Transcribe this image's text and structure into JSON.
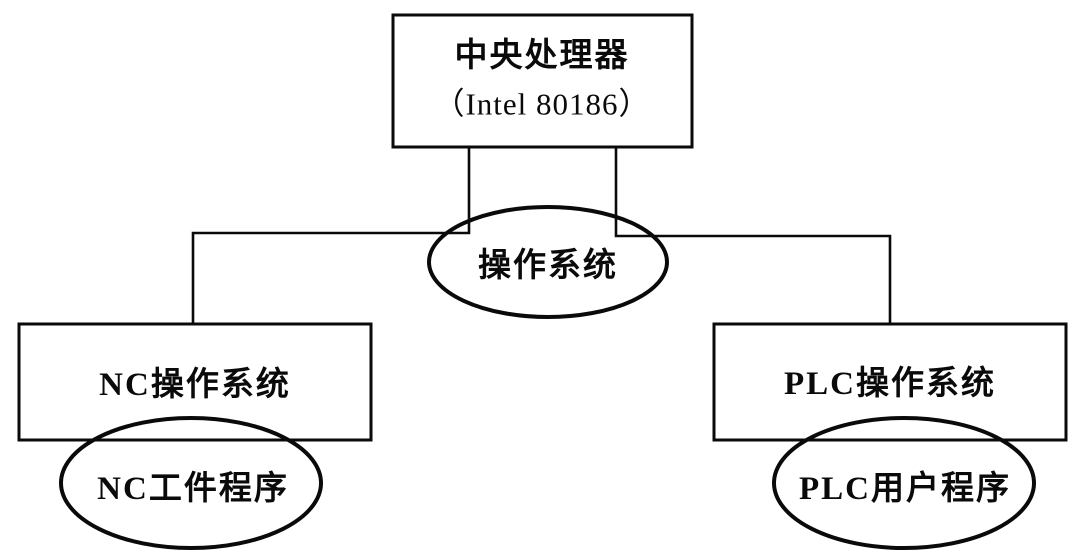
{
  "diagram": {
    "cpu_box": {
      "title": "中央处理器",
      "subtitle": "（Intel 80186）"
    },
    "os_ellipse": {
      "label": "操作系统"
    },
    "nc_os_box": {
      "label": "NC操作系统"
    },
    "plc_os_box": {
      "label": "PLC操作系统"
    },
    "nc_program_ellipse": {
      "label": "NC工件程序"
    },
    "plc_program_ellipse": {
      "label": "PLC用户程序"
    },
    "colors": {
      "stroke": "#0a0a0a",
      "background": "#ffffff",
      "text": "#0a0a0a"
    }
  }
}
